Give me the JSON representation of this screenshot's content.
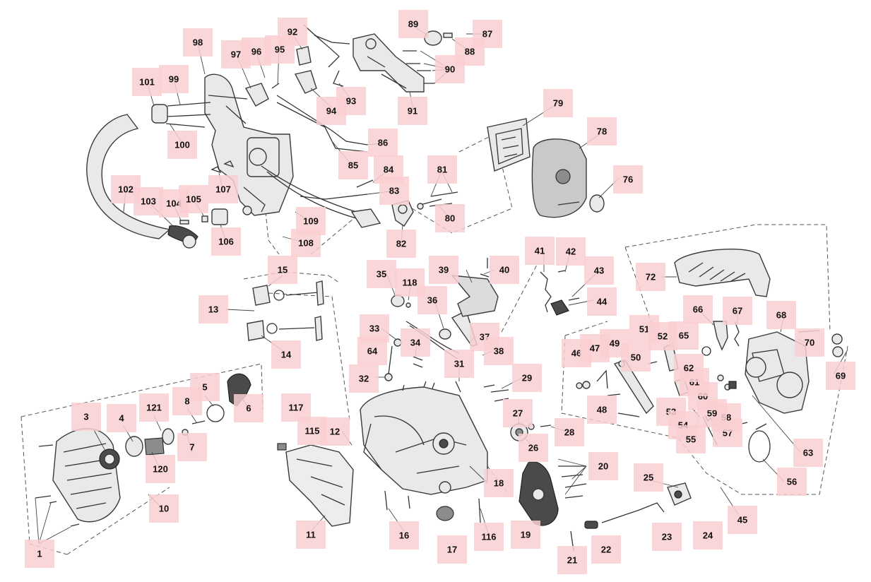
{
  "callouts": [
    {
      "id": "p1",
      "label": "1"
    },
    {
      "id": "p3",
      "label": "3"
    },
    {
      "id": "p4",
      "label": "4"
    },
    {
      "id": "p5",
      "label": "5"
    },
    {
      "id": "p6",
      "label": "6"
    },
    {
      "id": "p7",
      "label": "7"
    },
    {
      "id": "p8",
      "label": "8"
    },
    {
      "id": "p10",
      "label": "10"
    },
    {
      "id": "p11",
      "label": "11"
    },
    {
      "id": "p12",
      "label": "12"
    },
    {
      "id": "p13",
      "label": "13"
    },
    {
      "id": "p14",
      "label": "14"
    },
    {
      "id": "p15",
      "label": "15"
    },
    {
      "id": "p16",
      "label": "16"
    },
    {
      "id": "p17",
      "label": "17"
    },
    {
      "id": "p18",
      "label": "18"
    },
    {
      "id": "p19",
      "label": "19"
    },
    {
      "id": "p20",
      "label": "20"
    },
    {
      "id": "p21",
      "label": "21"
    },
    {
      "id": "p22",
      "label": "22"
    },
    {
      "id": "p23",
      "label": "23"
    },
    {
      "id": "p24",
      "label": "24"
    },
    {
      "id": "p25",
      "label": "25"
    },
    {
      "id": "p26",
      "label": "26"
    },
    {
      "id": "p27",
      "label": "27"
    },
    {
      "id": "p28",
      "label": "28"
    },
    {
      "id": "p29",
      "label": "29"
    },
    {
      "id": "p31",
      "label": "31"
    },
    {
      "id": "p32",
      "label": "32"
    },
    {
      "id": "p33",
      "label": "33"
    },
    {
      "id": "p34",
      "label": "34"
    },
    {
      "id": "p35",
      "label": "35"
    },
    {
      "id": "p36",
      "label": "36"
    },
    {
      "id": "p37",
      "label": "37"
    },
    {
      "id": "p38",
      "label": "38"
    },
    {
      "id": "p39",
      "label": "39"
    },
    {
      "id": "p40",
      "label": "40"
    },
    {
      "id": "p41",
      "label": "41"
    },
    {
      "id": "p42",
      "label": "42"
    },
    {
      "id": "p43",
      "label": "43"
    },
    {
      "id": "p44",
      "label": "44"
    },
    {
      "id": "p45",
      "label": "45"
    },
    {
      "id": "p46",
      "label": "46"
    },
    {
      "id": "p47",
      "label": "47"
    },
    {
      "id": "p48",
      "label": "48"
    },
    {
      "id": "p49",
      "label": "49"
    },
    {
      "id": "p50",
      "label": "50"
    },
    {
      "id": "p51",
      "label": "51"
    },
    {
      "id": "p52",
      "label": "52"
    },
    {
      "id": "p53",
      "label": "53"
    },
    {
      "id": "p54",
      "label": "54"
    },
    {
      "id": "p55",
      "label": "55"
    },
    {
      "id": "p56",
      "label": "56"
    },
    {
      "id": "p57",
      "label": "57"
    },
    {
      "id": "p58",
      "label": "58"
    },
    {
      "id": "p59",
      "label": "59"
    },
    {
      "id": "p60",
      "label": "60"
    },
    {
      "id": "p61",
      "label": "61"
    },
    {
      "id": "p62",
      "label": "62"
    },
    {
      "id": "p63",
      "label": "63"
    },
    {
      "id": "p64",
      "label": "64"
    },
    {
      "id": "p65",
      "label": "65"
    },
    {
      "id": "p66",
      "label": "66"
    },
    {
      "id": "p67",
      "label": "67"
    },
    {
      "id": "p68",
      "label": "68"
    },
    {
      "id": "p69",
      "label": "69"
    },
    {
      "id": "p70",
      "label": "70"
    },
    {
      "id": "p72",
      "label": "72"
    },
    {
      "id": "p76",
      "label": "76"
    },
    {
      "id": "p78",
      "label": "78"
    },
    {
      "id": "p79",
      "label": "79"
    },
    {
      "id": "p80",
      "label": "80"
    },
    {
      "id": "p81",
      "label": "81"
    },
    {
      "id": "p82",
      "label": "82"
    },
    {
      "id": "p83",
      "label": "83"
    },
    {
      "id": "p84",
      "label": "84"
    },
    {
      "id": "p85",
      "label": "85"
    },
    {
      "id": "p86",
      "label": "86"
    },
    {
      "id": "p87",
      "label": "87"
    },
    {
      "id": "p88",
      "label": "88"
    },
    {
      "id": "p89",
      "label": "89"
    },
    {
      "id": "p90",
      "label": "90"
    },
    {
      "id": "p91",
      "label": "91"
    },
    {
      "id": "p92",
      "label": "92"
    },
    {
      "id": "p93",
      "label": "93"
    },
    {
      "id": "p94",
      "label": "94"
    },
    {
      "id": "p95",
      "label": "95"
    },
    {
      "id": "p96",
      "label": "96"
    },
    {
      "id": "p97",
      "label": "97"
    },
    {
      "id": "p98",
      "label": "98"
    },
    {
      "id": "p99",
      "label": "99"
    },
    {
      "id": "p100",
      "label": "100"
    },
    {
      "id": "p101",
      "label": "101"
    },
    {
      "id": "p102",
      "label": "102"
    },
    {
      "id": "p103",
      "label": "103"
    },
    {
      "id": "p104",
      "label": "104"
    },
    {
      "id": "p105",
      "label": "105"
    },
    {
      "id": "p106",
      "label": "106"
    },
    {
      "id": "p107",
      "label": "107"
    },
    {
      "id": "p108",
      "label": "108"
    },
    {
      "id": "p109",
      "label": "109"
    },
    {
      "id": "p115",
      "label": "115"
    },
    {
      "id": "p116",
      "label": "116"
    },
    {
      "id": "p117",
      "label": "117"
    },
    {
      "id": "p118",
      "label": "118"
    },
    {
      "id": "p120",
      "label": "120"
    },
    {
      "id": "p121",
      "label": "121"
    }
  ],
  "colors": {
    "callout_highlight": "#f9cfd1",
    "line_art": "#333333",
    "part_fill": "#e9e9e9"
  }
}
